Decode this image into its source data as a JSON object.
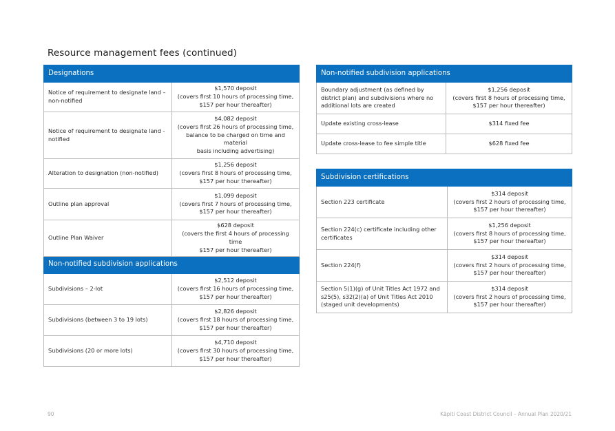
{
  "page": {
    "title": "Resource management fees (continued)",
    "page_number": "90",
    "footer_text": "Kāpiti Coast District Council – Annual Plan 2020/21"
  },
  "colors": {
    "header_blue": "#0b70c0",
    "border_grey": "#b9b9b9"
  },
  "left_table": {
    "header": "Designations",
    "rows": [
      {
        "label": "Notice of requirement to designate land – non-notified",
        "fee": "$1,570  deposit\n(covers first 10 hours of processing time,\n$157 per hour thereafter)"
      },
      {
        "label": "Notice of requirement to designate land - notified",
        "fee": "$4,082 deposit\n(covers first 26 hours of processing time,\nbalance to be charged on time and material\nbasis including advertising)"
      },
      {
        "label": "Alteration to designation (non-notified)",
        "fee": "$1,256 deposit\n(covers first 8 hours of processing time,\n$157 per hour thereafter)"
      },
      {
        "label": "Outline plan approval",
        "fee": "$1,099 deposit\n(covers first 7 hours of processing time,\n$157 per hour thereafter)"
      },
      {
        "label": "Outline Plan Waiver",
        "fee": "$628 deposit\n(covers the first 4 hours of processing time\n$157 per hour thereafter)"
      }
    ],
    "subheader": "Non-notified subdivision applications",
    "sub_rows": [
      {
        "label": "Subdivisions – 2-lot",
        "fee": "$2,512 deposit\n(covers first 16 hours of processing time,\n$157 per hour thereafter)"
      },
      {
        "label": "Subdivisions (between 3 to 19 lots)",
        "fee": "$2,826 deposit\n(covers first 18 hours of processing time,\n$157 per hour thereafter)"
      },
      {
        "label": "Subdivisions (20 or more lots)",
        "fee": "$4,710 deposit\n(covers first 30 hours of processing time,\n$157 per hour thereafter)"
      }
    ]
  },
  "nn_table": {
    "header": "Non-notified subdivision applications",
    "rows": [
      {
        "label": "Boundary adjustment (as defined by district plan) and subdivisions where no additional lots are created",
        "fee": "$1,256 deposit\n(covers first 8 hours of processing time,\n$157 per hour thereafter)"
      },
      {
        "label": "Update existing cross-lease",
        "fee": "$314 fixed fee"
      },
      {
        "label": "Update cross-lease to fee simple title",
        "fee": "$628 fixed fee"
      }
    ]
  },
  "sc_table": {
    "header": "Subdivision certifications",
    "rows": [
      {
        "label": "Section 223 certificate",
        "fee": "$314  deposit\n(covers first 2 hours of processing time,\n$157 per hour thereafter)"
      },
      {
        "label": "Section 224(c) certificate including other certificates",
        "fee": "$1,256 deposit\n(covers first 8 hours of processing time,\n$157 per hour thereafter)"
      },
      {
        "label": "Section 224(f)",
        "fee": "$314 deposit\n(covers first 2 hours of processing time,\n$157 per hour thereafter)"
      },
      {
        "label": "Section 5(1)(g) of Unit Titles Act 1972 and s25(5), s32(2)(a) of Unit Titles Act 2010 (staged unit developments)",
        "fee": "$314 deposit\n(covers first 2 hours of processing time,\n$157 per hour thereafter)"
      }
    ]
  }
}
